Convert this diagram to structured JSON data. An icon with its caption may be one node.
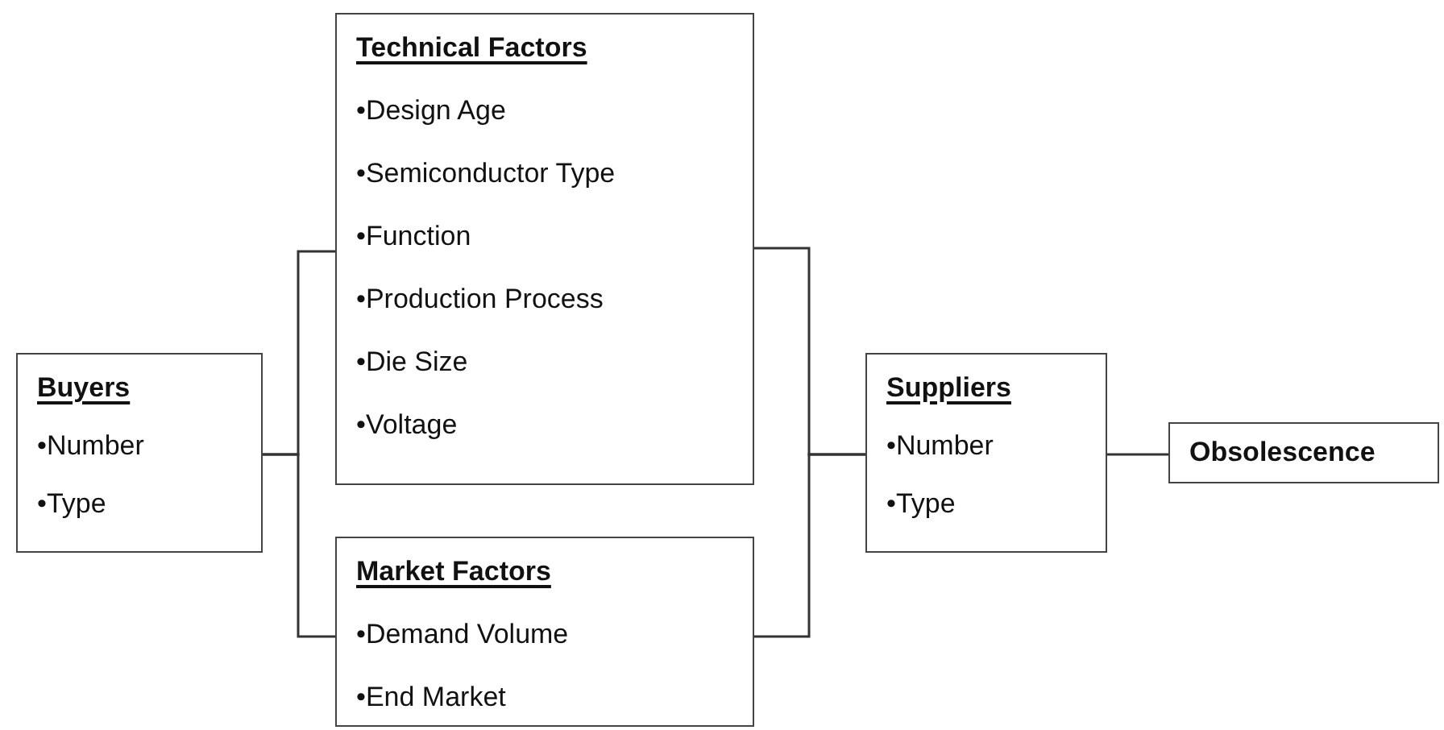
{
  "diagram": {
    "nodes": [
      {
        "text": [
          "Buyers",
          "•Number",
          "•Type"
        ]
      },
      {
        "text": [
          "Technical Factors",
          "•Design Age",
          "•Semiconductor Type",
          "•Function",
          "•Production Process",
          "•Die Size",
          "•Voltage"
        ]
      },
      {
        "text": [
          "Market Factors",
          "•Demand Volume",
          "•End Market"
        ]
      },
      {
        "text": [
          "Suppliers",
          "•Number",
          "•Type"
        ]
      },
      {
        "text": [
          "Obsolescence"
        ]
      }
    ],
    "edges": [
      {
        "from": 0,
        "to": 1,
        "arrow": "none"
      },
      {
        "from": 0,
        "to": 2,
        "arrow": "none"
      },
      {
        "from": 1,
        "to": 3,
        "arrow": "none"
      },
      {
        "from": 2,
        "to": 3,
        "arrow": "none"
      },
      {
        "from": 3,
        "to": 4,
        "arrow": "none"
      }
    ]
  }
}
